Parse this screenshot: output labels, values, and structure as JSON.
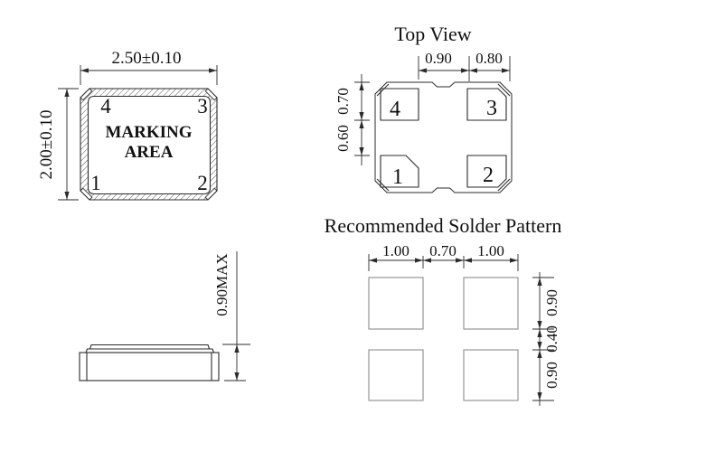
{
  "front_view": {
    "dim_width": "2.50±0.10",
    "dim_height": "2.00±0.10",
    "marking": [
      "MARKING",
      "AREA"
    ],
    "pins": {
      "tl": "4",
      "tr": "3",
      "bl": "1",
      "br": "2"
    }
  },
  "top_view": {
    "title": "Top View",
    "dims_top": [
      "0.90",
      "0.80"
    ],
    "dims_left": [
      "0.70",
      "0.60"
    ],
    "pads": {
      "tl": "4",
      "tr": "3",
      "bl": "1",
      "br": "2"
    }
  },
  "side_view": {
    "dim_height": "0.90MAX"
  },
  "solder_pattern": {
    "title": "Recommended Solder Pattern",
    "dims_top": [
      "1.00",
      "0.70",
      "1.00"
    ],
    "dims_right": [
      "0.90",
      "0.40",
      "0.90"
    ]
  },
  "colors": {
    "line": "#2b2b2b",
    "pad_outline": "#979797",
    "background": "#ffffff"
  }
}
